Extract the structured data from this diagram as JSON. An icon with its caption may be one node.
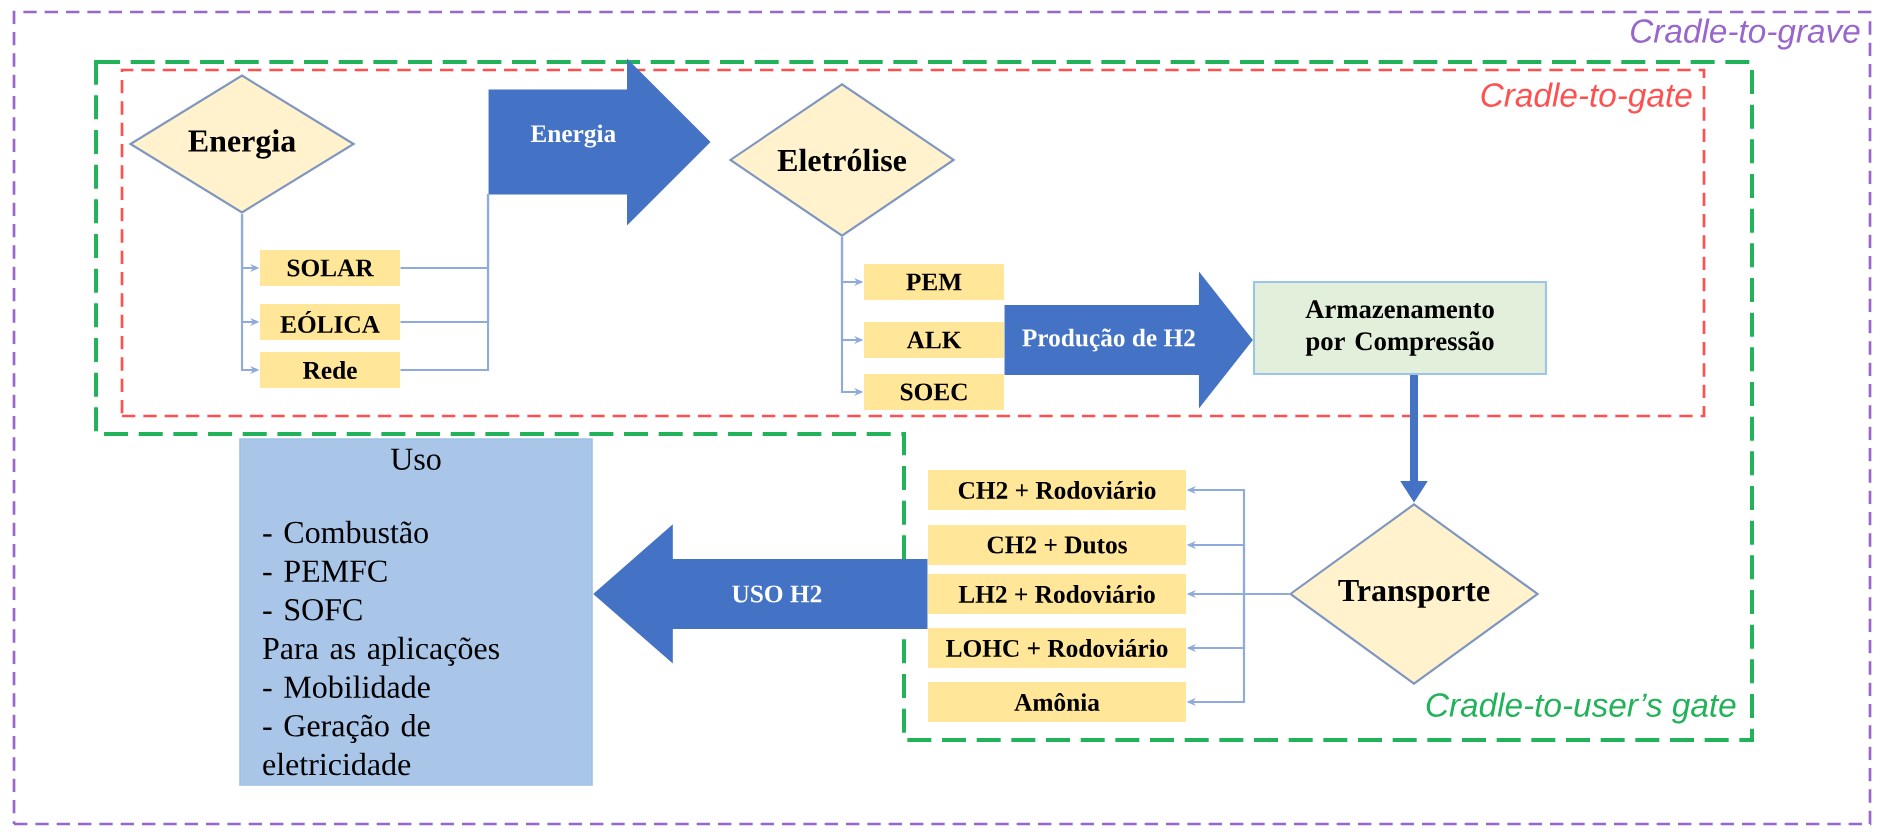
{
  "diagram": {
    "nodes": [
      {
        "text": [
          "Cradle-to-grave"
        ]
      },
      {
        "text": [
          "Cradle-to-user’s gate"
        ],
        "in": 0
      },
      {
        "text": [
          "Cradle-to-gate"
        ],
        "in": 1
      },
      {
        "text": [
          "Energia"
        ],
        "in": 2
      },
      {
        "text": [
          "SOLAR"
        ],
        "in": 2
      },
      {
        "text": [
          "EÓLICA"
        ],
        "in": 2
      },
      {
        "text": [
          "Rede"
        ],
        "in": 2
      },
      {
        "text": [
          "Energia"
        ],
        "in": 2
      },
      {
        "text": [
          "Eletrólise"
        ],
        "in": 2
      },
      {
        "text": [
          "PEM"
        ],
        "in": 2
      },
      {
        "text": [
          "ALK"
        ],
        "in": 2
      },
      {
        "text": [
          "SOEC"
        ],
        "in": 2
      },
      {
        "text": [
          "Armazenamento por Compressão"
        ],
        "in": 2
      },
      {
        "text": [
          "Uso",
          "- Combustão",
          "- PEMFC",
          "- SOFC",
          "Para as aplicações",
          "- Mobilidade",
          "- Geração de eletricidade"
        ],
        "in": 0
      },
      {
        "text": [
          "CH2 + Rodoviário"
        ],
        "in": 1
      },
      {
        "text": [
          "CH2 + Dutos"
        ],
        "in": 1
      },
      {
        "text": [
          "LH2 + Rodoviário"
        ],
        "in": 1
      },
      {
        "text": [
          "LOHC + Rodoviário"
        ],
        "in": 1
      },
      {
        "text": [
          "Amônia"
        ],
        "in": 1
      },
      {
        "text": [
          "Transporte"
        ],
        "in": 1
      }
    ],
    "edges": [
      {
        "from": 3,
        "to": 4,
        "arrow": "to"
      },
      {
        "from": 3,
        "to": 5,
        "arrow": "to"
      },
      {
        "from": 3,
        "to": 6,
        "arrow": "to"
      },
      {
        "from": 4,
        "to": 7,
        "arrow": "none"
      },
      {
        "from": 5,
        "to": 7,
        "arrow": "none"
      },
      {
        "from": 6,
        "to": 7,
        "arrow": "none"
      },
      {
        "from": 8,
        "to": 9,
        "arrow": "to"
      },
      {
        "from": 8,
        "to": 10,
        "arrow": "to"
      },
      {
        "from": 8,
        "to": 11,
        "arrow": "to"
      },
      {
        "from": 10,
        "to": 12,
        "arrow": "to",
        "label": "Produção de H2",
        "style": "thick",
        "color": "#4472c4"
      },
      {
        "from": 12,
        "to": 19,
        "arrow": "to",
        "style": "thick",
        "color": "#4472c4"
      },
      {
        "from": 19,
        "to": 14,
        "arrow": "to"
      },
      {
        "from": 19,
        "to": 15,
        "arrow": "to"
      },
      {
        "from": 19,
        "to": 16,
        "arrow": "to"
      },
      {
        "from": 19,
        "to": 17,
        "arrow": "to"
      },
      {
        "from": 19,
        "to": 18,
        "arrow": "to"
      },
      {
        "from": 16,
        "to": 13,
        "arrow": "to",
        "label": "USO H2",
        "style": "thick",
        "color": "#4472c4"
      }
    ]
  }
}
